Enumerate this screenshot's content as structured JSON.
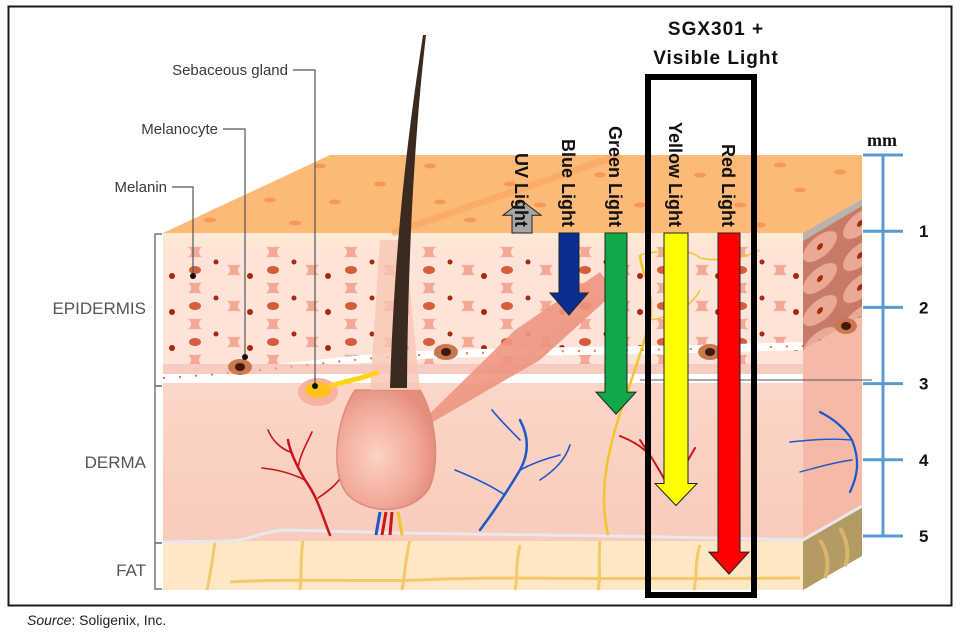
{
  "title": {
    "line1": "SGX301 +",
    "line2": "Visible Light"
  },
  "callouts": [
    {
      "id": "sebaceous-gland",
      "label": "Sebaceous gland"
    },
    {
      "id": "melanocyte",
      "label": "Melanocyte"
    },
    {
      "id": "melanin",
      "label": "Melanin"
    }
  ],
  "layers": [
    {
      "id": "epidermis",
      "label": "EPIDERMIS"
    },
    {
      "id": "derma",
      "label": "DERMA"
    },
    {
      "id": "fat",
      "label": "FAT"
    }
  ],
  "lights": [
    {
      "id": "uv",
      "label": "UV Light",
      "color": "#a6a6a6",
      "depth_mm": 0.6,
      "in_sgx301_box": false
    },
    {
      "id": "blue",
      "label": "Blue Light",
      "color": "#0b2f91",
      "depth_mm": 2.1,
      "in_sgx301_box": false
    },
    {
      "id": "green",
      "label": "Green Light",
      "color": "#11a84a",
      "depth_mm": 3.4,
      "in_sgx301_box": false
    },
    {
      "id": "yellow",
      "label": "Yellow Light",
      "color": "#ffff00",
      "depth_mm": 4.6,
      "in_sgx301_box": true
    },
    {
      "id": "red",
      "label": "Red Light",
      "color": "#ff0000",
      "depth_mm": 5.5,
      "in_sgx301_box": true
    }
  ],
  "scale": {
    "unit": "mm",
    "ticks": [
      "1",
      "2",
      "3",
      "4",
      "5"
    ],
    "color": "#5b9bd5"
  },
  "source": {
    "prefix": "Source",
    "text": ": Soligenix, Inc."
  }
}
